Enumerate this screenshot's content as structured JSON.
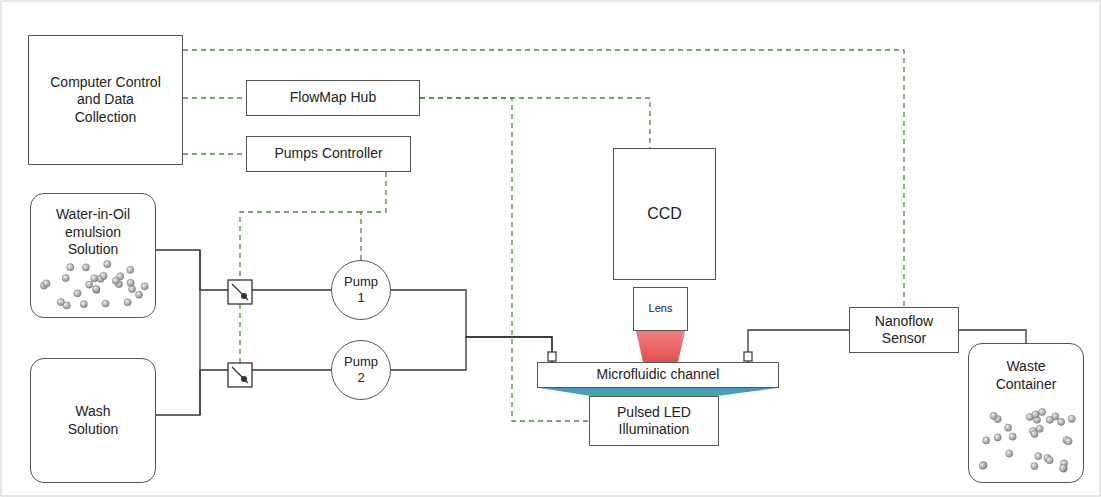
{
  "diagram": {
    "nodes": [
      {
        "text": [
          "Computer Control and Data Collection"
        ]
      },
      {
        "text": [
          "FlowMap Hub"
        ]
      },
      {
        "text": [
          "Pumps Controller"
        ]
      },
      {
        "text": [
          "Water-in-Oil emulsion Solution"
        ]
      },
      {
        "text": [
          "Wash Solution"
        ]
      },
      {
        "text": [
          "Pump 1"
        ]
      },
      {
        "text": [
          "Pump 2"
        ]
      },
      {
        "text": [
          "CCD"
        ]
      },
      {
        "text": [
          "Lens"
        ]
      },
      {
        "text": [
          "Microfluidic channel"
        ]
      },
      {
        "text": [
          "Pulsed LED Illumination"
        ]
      },
      {
        "text": [
          "Nanoflow Sensor"
        ]
      },
      {
        "text": [
          "Waste Container"
        ]
      }
    ],
    "edges": [
      {
        "from": 0,
        "to": 1,
        "arrow": "none"
      },
      {
        "from": 0,
        "to": 2,
        "arrow": "none"
      },
      {
        "from": 0,
        "to": 11,
        "arrow": "none"
      },
      {
        "from": 1,
        "to": 7,
        "arrow": "none"
      },
      {
        "from": 1,
        "to": 10,
        "arrow": "none"
      },
      {
        "from": 2,
        "to": 5,
        "arrow": "none"
      },
      {
        "from": 3,
        "to": 5,
        "arrow": "none"
      },
      {
        "from": 4,
        "to": 6,
        "arrow": "none"
      },
      {
        "from": 5,
        "to": 9,
        "arrow": "none"
      },
      {
        "from": 6,
        "to": 9,
        "arrow": "none"
      },
      {
        "from": 9,
        "to": 11,
        "arrow": "none"
      },
      {
        "from": 11,
        "to": 12,
        "arrow": "none"
      }
    ]
  }
}
